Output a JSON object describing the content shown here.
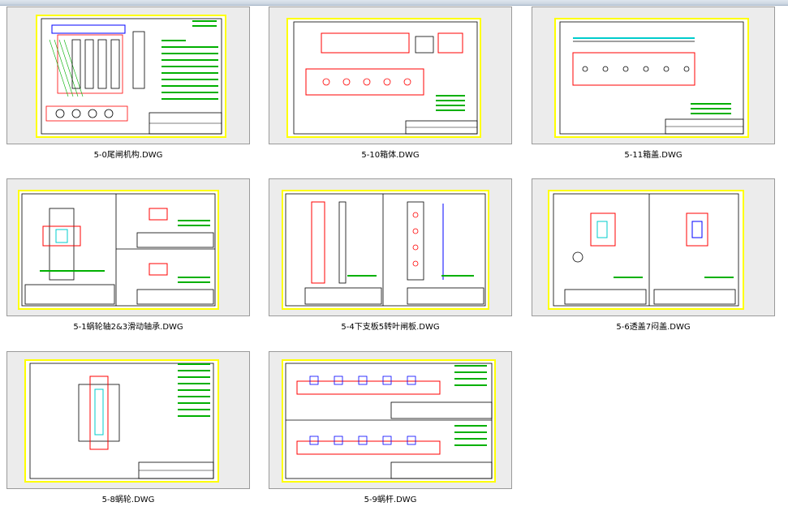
{
  "files": [
    {
      "name": "5-0尾闸机构.DWG"
    },
    {
      "name": "5-10箱体.DWG"
    },
    {
      "name": "5-11箱盖.DWG"
    },
    {
      "name": "5-1蜗轮轴2&3滑动轴承.DWG"
    },
    {
      "name": "5-4下支板5转叶闸板.DWG"
    },
    {
      "name": "5-6透盖7闷盖.DWG"
    },
    {
      "name": "5-8蜗轮.DWG"
    },
    {
      "name": "5-9蜗杆.DWG"
    }
  ],
  "colors": {
    "sheet_border": "#ffff00",
    "sheet_bg": "#ffffff",
    "line_black": "#000000",
    "drawing_red": "#ff0000",
    "text_green": "#00b000",
    "accent_cyan": "#00cccc",
    "accent_blue": "#0000ff",
    "frame_bg": "#ececec"
  }
}
